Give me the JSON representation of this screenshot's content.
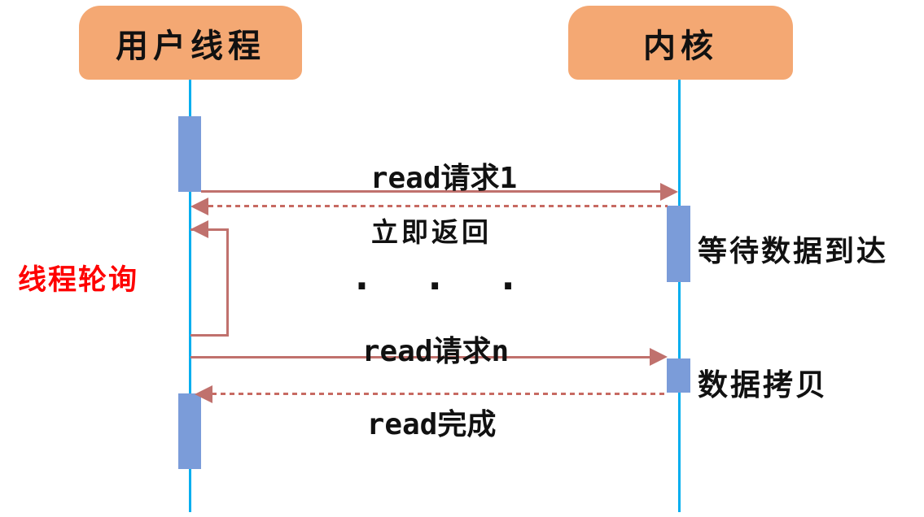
{
  "diagram": {
    "type": "sequence-diagram",
    "topic": "non-blocking read polling",
    "actors": [
      {
        "id": "user-thread",
        "label": "用户线程"
      },
      {
        "id": "kernel",
        "label": "内核"
      }
    ],
    "messages": [
      {
        "label": "read请求1",
        "from": "user-thread",
        "to": "kernel",
        "style": "solid"
      },
      {
        "label": "立即返回",
        "from": "kernel",
        "to": "user-thread",
        "style": "dashed"
      },
      {
        "label": ". . .",
        "style": "ellipsis"
      },
      {
        "label": "read请求n",
        "from": "user-thread",
        "to": "kernel",
        "style": "solid"
      },
      {
        "label": "read完成",
        "from": "kernel",
        "to": "user-thread",
        "style": "dashed"
      }
    ],
    "loop": {
      "label": "线程轮询",
      "color": "#FE0000",
      "side": "user-thread"
    },
    "annotations": [
      {
        "label": "等待数据到达",
        "attached_to": "kernel-activation-wait"
      },
      {
        "label": "数据拷贝",
        "attached_to": "kernel-activation-copy"
      }
    ],
    "colors": {
      "actor_fill": "#F4A873",
      "lifeline": "#00AEEF",
      "activation": "#7B9CD9",
      "arrow": "#C0716D",
      "loop_label": "#FE0000",
      "text": "#111111",
      "background": "#FFFFFF"
    }
  }
}
